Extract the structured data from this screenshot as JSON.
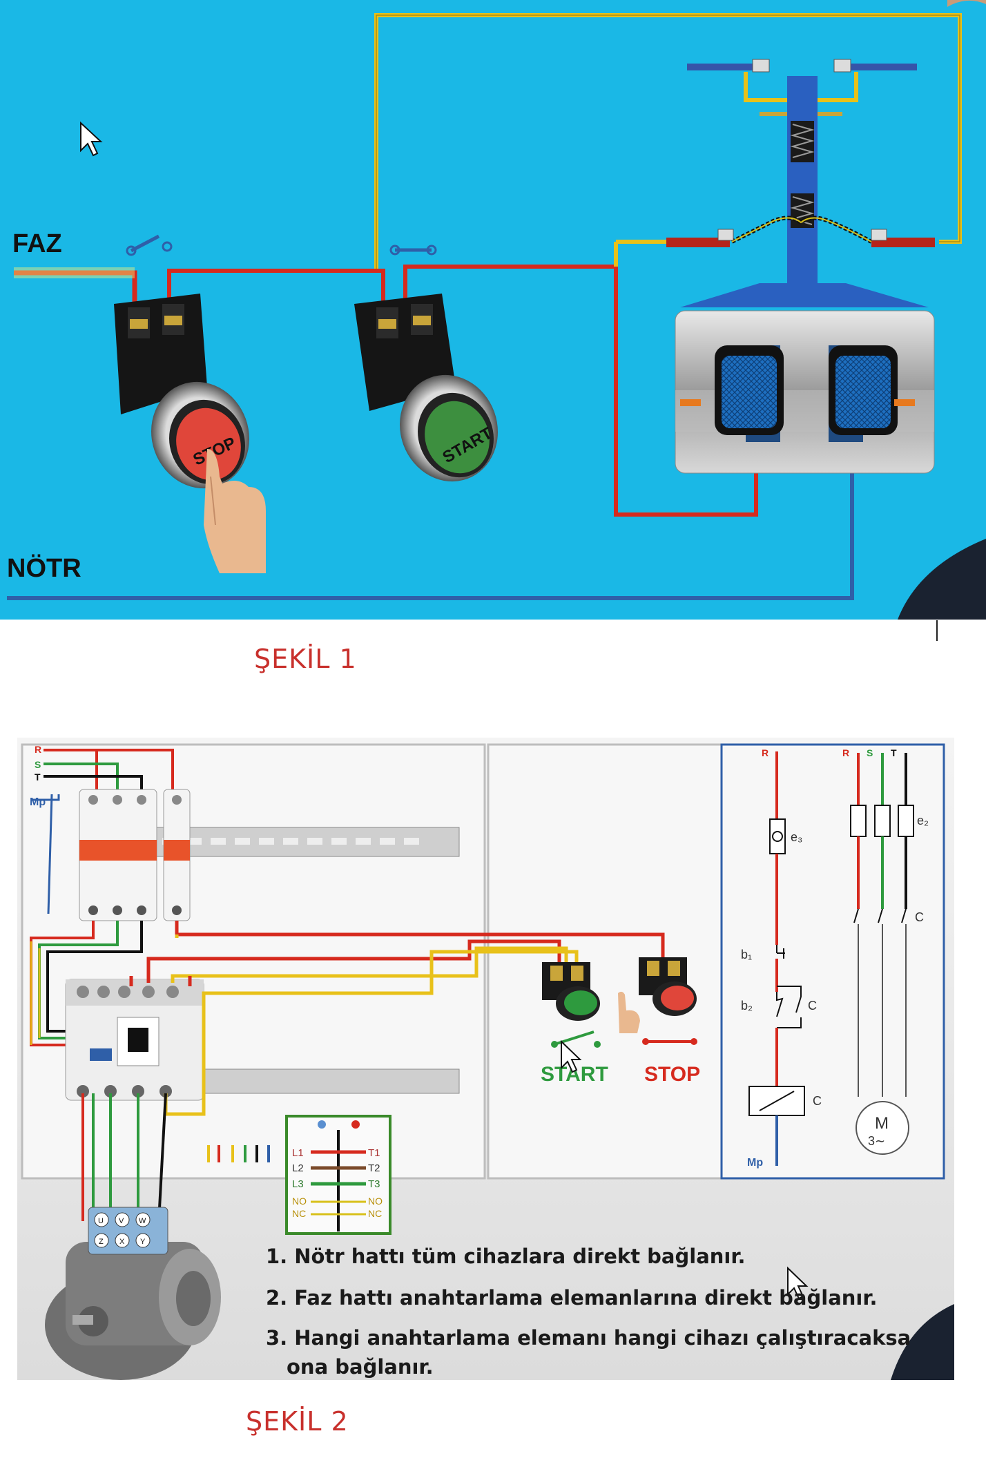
{
  "figure1": {
    "faz_label": "FAZ",
    "notr_label": "NÖTR",
    "stop_button": "STOP",
    "start_button": "START",
    "caption": "ŞEKİL 1"
  },
  "figure2": {
    "caption": "ŞEKİL 2",
    "lines": {
      "r": "R",
      "s": "S",
      "t": "T",
      "mp": "Mp"
    },
    "start_label": "START",
    "stop_label": "STOP",
    "schematic": {
      "r": "R",
      "s": "S",
      "t": "T",
      "e3": "e₃",
      "e2": "e₂",
      "c": "C",
      "b1": "b₁",
      "b2": "b₂",
      "mp": "Mp",
      "motor_m": "M",
      "motor_phase": "3∼"
    },
    "motor_terminals": [
      "U",
      "V",
      "W",
      "Z",
      "X",
      "Y"
    ],
    "legend": {
      "left": [
        "L1",
        "L2",
        "L3",
        "NO",
        "NC"
      ],
      "right": [
        "T1",
        "T2",
        "T3",
        "NO",
        "NC"
      ]
    },
    "notes": [
      "1. Nötr hattı tüm cihazlara direkt bağlanır.",
      "2. Faz hattı anahtarlama elemanlarına direkt bağlanır.",
      "3. Hangi anahtarlama elemanı hangi cihazı çalıştıracaksa",
      "ona bağlanır."
    ]
  },
  "colors": {
    "panel1_bg": "#1ab8e6",
    "phase_red": "#d62a1e",
    "wire_yellow": "#e8c11a",
    "neutral_blue": "#2f5fa8",
    "caption_red": "#c8302c"
  }
}
